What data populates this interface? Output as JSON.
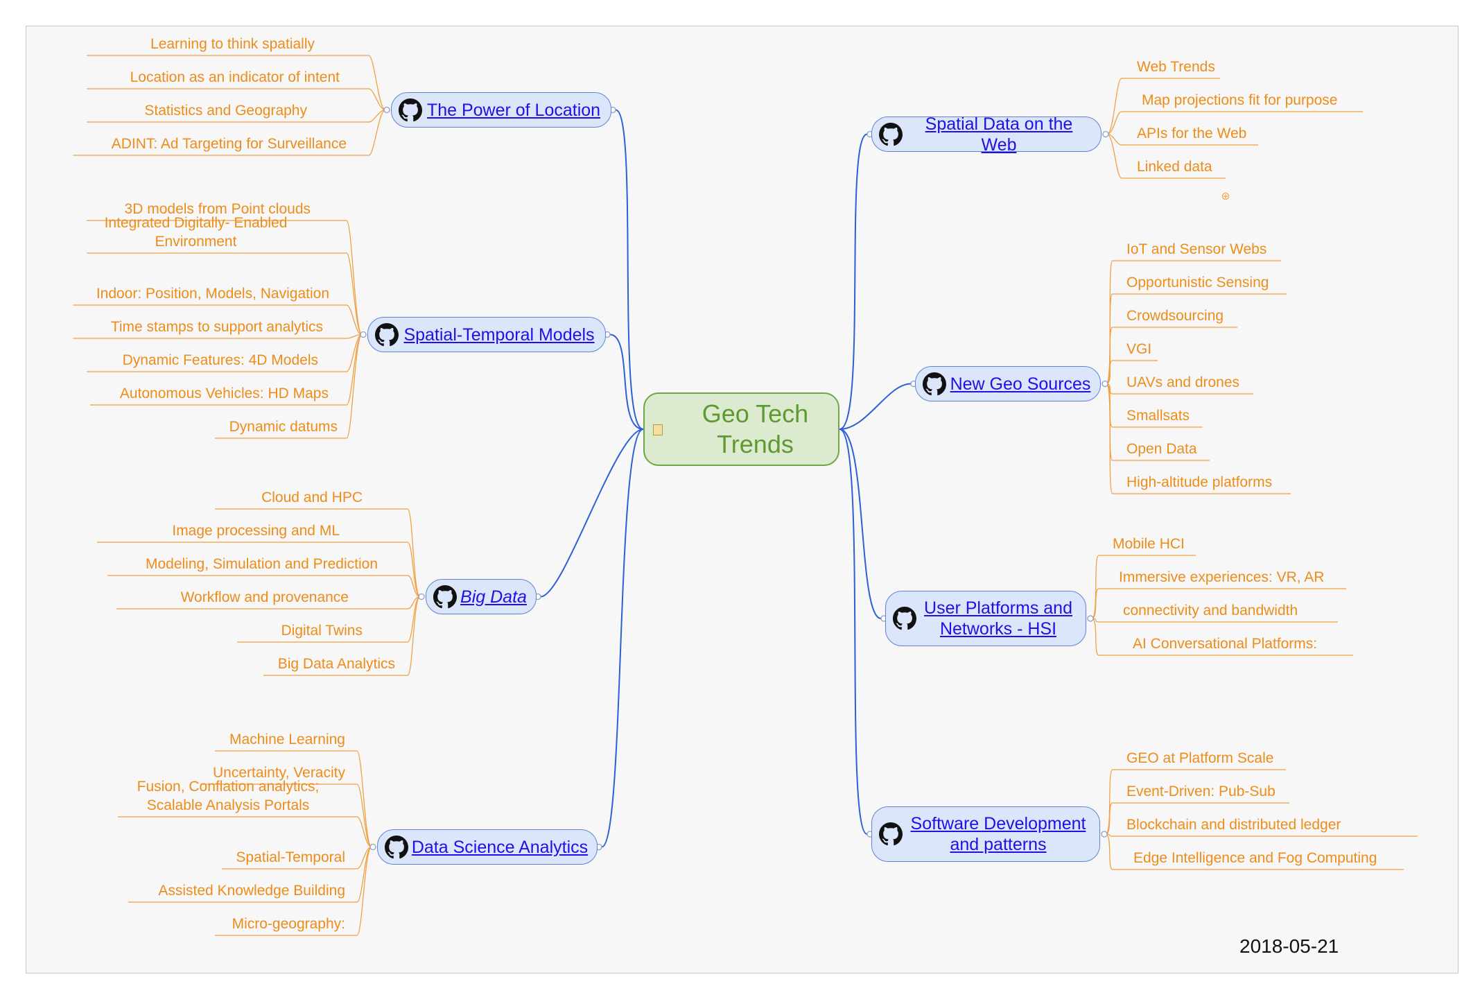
{
  "title": "Geo Tech\nTrends",
  "date": "2018-05-21",
  "colors": {
    "central_fill": "#dcebd0",
    "central_border": "#6fa544",
    "central_text": "#5f9a30",
    "branch_fill": "#dbe6fb",
    "branch_border": "#5c83d6",
    "branch_text": "#1e10e6",
    "leaf_text": "#ee8c1a",
    "connector": "#2a5fd6"
  },
  "branches": [
    {
      "label": "The Power of Location",
      "icon": "github-icon",
      "items": [
        "Learning to think spatially",
        "Location as an indicator of intent",
        "Statistics and Geography",
        "ADINT: Ad Targeting for Surveillance"
      ]
    },
    {
      "label": "Spatial-Temporal Models",
      "icon": "github-icon",
      "items": [
        "3D models from Point clouds",
        "Integrated Digitally- Enabled\nEnvironment",
        "Indoor: Position, Models, Navigation",
        "Time stamps to support analytics",
        "Dynamic Features: 4D Models",
        "Autonomous Vehicles: HD Maps",
        "Dynamic datums"
      ]
    },
    {
      "label": "Big Data",
      "icon": "github-icon",
      "items": [
        "Cloud and HPC",
        "Image processing and ML",
        "Modeling, Simulation and Prediction",
        "Workflow and provenance",
        "Digital Twins",
        "Big Data Analytics"
      ]
    },
    {
      "label": "Data Science Analytics",
      "icon": "github-icon",
      "items": [
        "Machine Learning",
        "Uncertainty, Veracity",
        "Fusion, Conflation analytics;\nScalable Analysis Portals",
        "Spatial-Temporal",
        "Assisted Knowledge Building",
        "Micro-geography:"
      ]
    },
    {
      "label": "Spatial Data on the Web",
      "icon": "github-icon",
      "items": [
        "Web Trends",
        "Map projections fit for purpose",
        "APIs for the Web",
        "Linked data"
      ]
    },
    {
      "label": "New Geo Sources",
      "icon": "github-icon",
      "items": [
        "IoT and Sensor Webs",
        "Opportunistic Sensing",
        "Crowdsourcing",
        "VGI",
        "UAVs and drones",
        "Smallsats",
        "Open Data",
        "High-altitude platforms"
      ]
    },
    {
      "label": "User Platforms and\nNetworks - HSI",
      "icon": "github-icon",
      "items": [
        "Mobile HCI",
        "Immersive experiences: VR, AR",
        "connectivity and bandwidth",
        "AI Conversational Platforms:"
      ]
    },
    {
      "label": "Software Development\nand patterns",
      "icon": "github-icon",
      "items": [
        "GEO at Platform Scale",
        "Event-Driven: Pub-Sub",
        "Blockchain and distributed ledger",
        "Edge Intelligence and Fog Computing"
      ]
    }
  ]
}
